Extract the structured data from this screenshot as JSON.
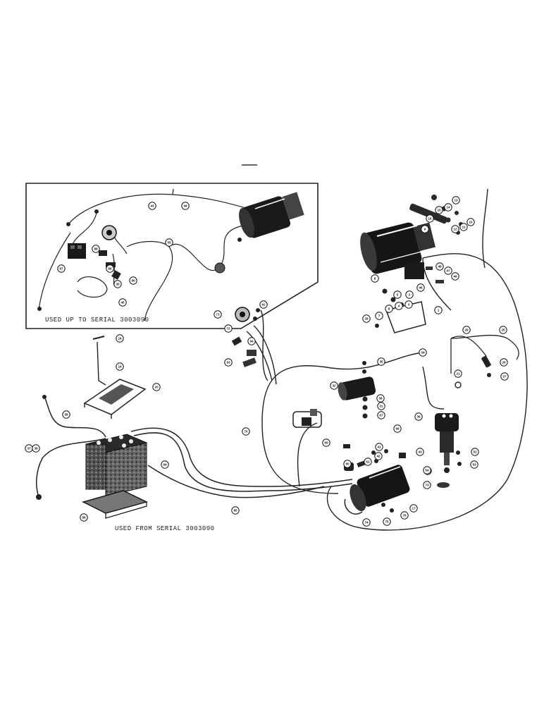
{
  "captions": {
    "top": "USED UP TO SERIAL 3003090",
    "bottom": "USED FROM SERIAL 3003090"
  },
  "callouts": [
    "13",
    "14",
    "15",
    "16",
    "10",
    "11",
    "12",
    "9",
    "8",
    "46",
    "48",
    "47",
    "49",
    "1",
    "2",
    "3",
    "4",
    "5",
    "6",
    "7",
    "28",
    "29",
    "25",
    "26",
    "27",
    "21",
    "33",
    "34",
    "35",
    "36",
    "32",
    "38",
    "31",
    "67",
    "71",
    "62",
    "72",
    "64",
    "63",
    "65",
    "69",
    "70",
    "60",
    "61",
    "41",
    "42",
    "43",
    "52",
    "53",
    "54",
    "73",
    "74",
    "75",
    "76",
    "17",
    "18",
    "19",
    "20",
    "58",
    "37",
    "39",
    "84",
    "85",
    "86",
    "87",
    "88",
    "89",
    "90",
    "45",
    "30",
    "43b",
    "44",
    "55"
  ]
}
